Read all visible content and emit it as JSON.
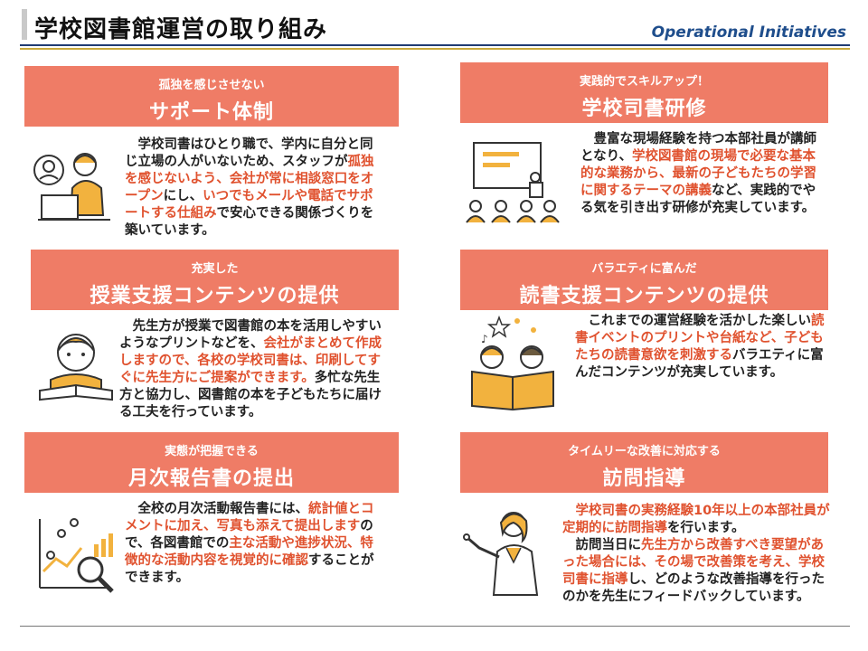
{
  "header": {
    "title": "学校図書館運営の取り組み",
    "subtitle": "Operational Initiatives"
  },
  "sections": {
    "support": {
      "sub": "孤独を感じさせない",
      "main": "サポート体制",
      "t1": "学校司書はひとり職で、学内に自分と同じ立場の人がいないため、スタッフが",
      "h1": "孤独を感じないよう、会社が常に相談窓口をオープン",
      "t2": "にし、",
      "h2": "いつでもメールや電話でサポートする仕組み",
      "t3": "で安心できる関係づくりを築いています。",
      "icon": "person-laptop-icon"
    },
    "training": {
      "sub": "実践的でスキルアップ！",
      "main": "学校司書研修",
      "t1": "豊富な現場経験を持つ本部社員が講師となり、",
      "h1": "学校図書館の現場で必要な基本的な業務から、最新の子どもたちの学習に関するテーマの講義",
      "t2": "など、実践的でやる気を引き出す研修が充実しています。",
      "icon": "lecture-icon"
    },
    "class_support": {
      "sub": "充実した",
      "main": "授業支援コンテンツの提供",
      "t1": "先生方が授業で図書館の本を活用しやすいようなプリントなどを、",
      "h1": "会社がまとめて作成しますので、各校の学校司書は、印刷してすぐに先生方にご提案ができます。",
      "t2": "多忙な先生方と協力し、図書館の本を子どもたちに届ける工夫を行っています。",
      "icon": "child-reading-icon"
    },
    "reading_support": {
      "sub": "バラエティに富んだ",
      "main": "読書支援コンテンツの提供",
      "t1": "これまでの運営経験を活かした楽しい",
      "h1": "読書イベントのプリントや台紙など、子どもたちの読書意欲を刺激する",
      "t2": "バラエティに富んだコンテンツが充実しています。",
      "icon": "children-book-icon"
    },
    "monthly_report": {
      "sub": "実態が把握できる",
      "main": "月次報告書の提出",
      "t1": "全校の月次活動報告書には、",
      "h1": "統計値とコメントに加え、写真も添えて提出します",
      "t2": "ので、各図書館での",
      "h2": "主な活動や進捗状況、特徴的な活動内容を視覚的に確認",
      "t3": "することができます。",
      "icon": "chart-magnifier-icon"
    },
    "visit": {
      "sub": "タイムリーな改善に対応する",
      "main": "訪問指導",
      "h1": "学校司書の実務経験10年以上の本部社員が定期的に訪問指導",
      "t1": "を行います。",
      "t2": "訪問当日に",
      "h2": "先生方から改善すべき要望があった場合には、その場で改善策を考え、学校司書に指導",
      "t3": "し、どのような改善指導を行ったのかを先生にフィードバックしています。",
      "icon": "woman-pointing-icon"
    }
  },
  "colors": {
    "banner": "#ef7c66",
    "highlight": "#e0522f",
    "subtitle": "#1f4e8c",
    "rule_navy": "#1f3b73",
    "rule_gold": "#c8a93c"
  }
}
